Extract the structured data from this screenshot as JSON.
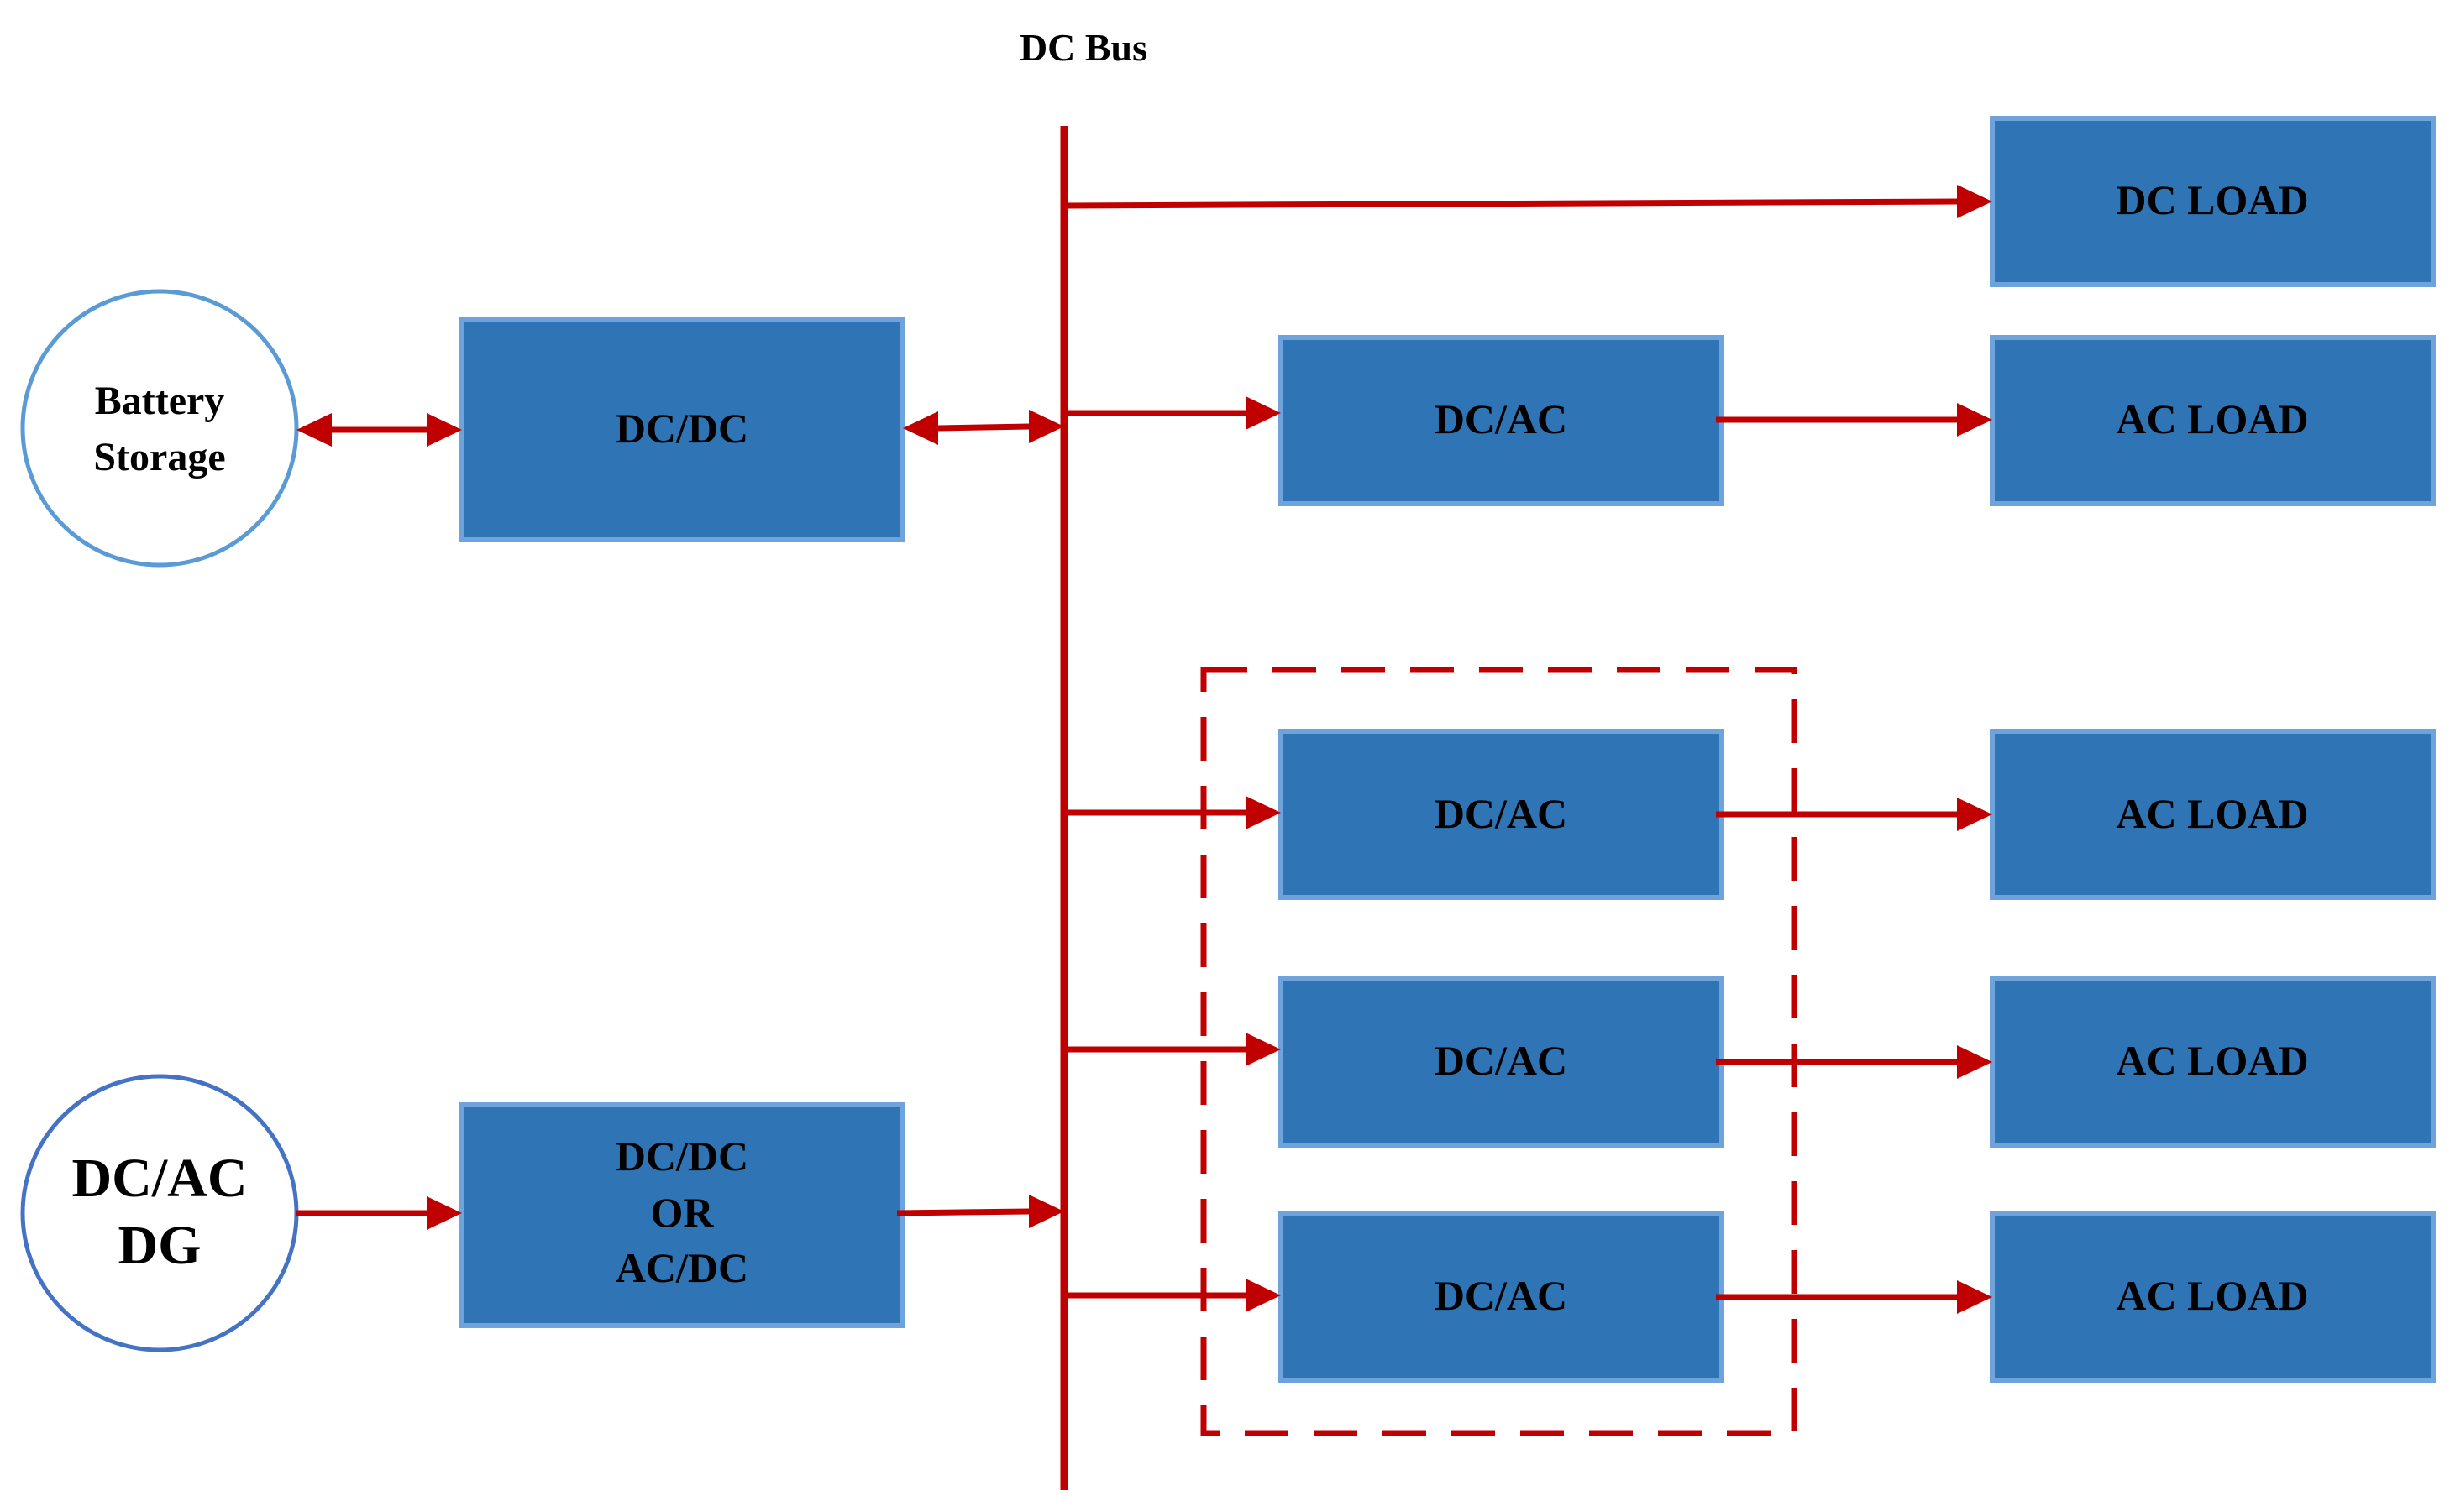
{
  "colors": {
    "box_fill": "#2f75b5",
    "box_border": "#6fa3dc",
    "battery_circle_border": "#5b9bd5",
    "dg_circle_border": "#4472c4",
    "line": "#c00000",
    "text": "#000000",
    "background": "#ffffff"
  },
  "bus": {
    "label": "DC Bus"
  },
  "sources": {
    "battery": {
      "line1": "Battery",
      "line2": "Storage"
    },
    "dg": {
      "line1": "DC/AC",
      "line2": "DG"
    }
  },
  "converters": {
    "battery_dcdc": "DC/DC",
    "dg_converter": {
      "line1": "DC/DC",
      "line2": "OR",
      "line3": "AC/DC"
    },
    "inverter_1": "DC/AC",
    "inverter_2": "DC/AC",
    "inverter_3": "DC/AC",
    "inverter_4": "DC/AC"
  },
  "loads": {
    "dc_load": "DC LOAD",
    "ac_load_1": "AC LOAD",
    "ac_load_2": "AC LOAD",
    "ac_load_3": "AC LOAD",
    "ac_load_4": "AC LOAD"
  },
  "icons": {
    "arrow_head": "arrowhead-icon",
    "bidirectional": "bidirectional-arrow-icon"
  }
}
